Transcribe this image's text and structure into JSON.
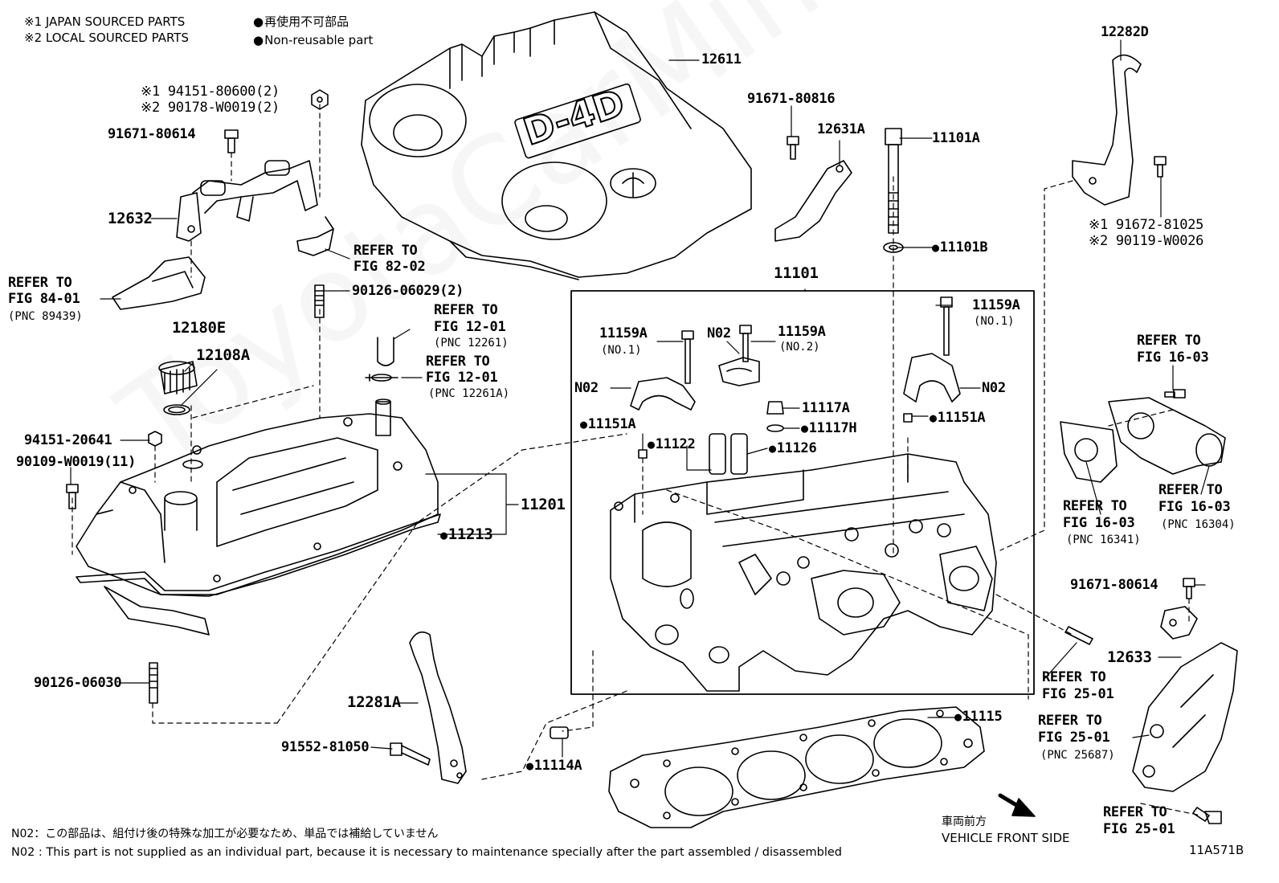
{
  "legend": {
    "japan": "※1 JAPAN SOURCED PARTS",
    "local": "※2 LOCAL SOURCED PARTS",
    "nonreuse_jp": "再使用不可部品",
    "nonreuse_en": "Non-reusable part"
  },
  "watermark": "ToyotaCarMine.ru",
  "parts": {
    "p12611": "12611",
    "p91671_80816": "91671-80816",
    "p12631A": "12631A",
    "p11101A": "11101A",
    "p11101B": "11101B",
    "p12282D": "12282D",
    "p91672_81025": "※1 91672-81025",
    "p90119_w0026": "※2 90119-W0026",
    "p94151_80600": "※1 94151-80600(2)",
    "p90178_w0019": "※2 90178-W0019(2)",
    "p91671_80614a": "91671-80614",
    "p12632": "12632",
    "p90126_06029": "90126-06029(2)",
    "p12180E": "12180E",
    "p12108A": "12108A",
    "p94151_20641": "94151-20641",
    "p90109_w0019": "90109-W0019(11)",
    "p11201": "11201",
    "p11213": "11213",
    "p90126_06030": "90126-06030",
    "p12281A": "12281A",
    "p91552_81050": "91552-81050",
    "p11114A": "11114A",
    "p11115": "11115",
    "p11101": "11101",
    "p11159A_1": "11159A",
    "p11159A_1_sub": "(NO.1)",
    "pN02_top": "N02",
    "p11159A_2": "11159A",
    "p11159A_2_sub": "(NO.2)",
    "p11159A_r": "11159A",
    "p11159A_r_sub": "(NO.1)",
    "pN02_left": "N02",
    "pN02_right": "N02",
    "p11117A": "11117A",
    "p11117H": "11117H",
    "p11151A_l": "11151A",
    "p11151A_r": "11151A",
    "p11122": "11122",
    "p11126": "11126",
    "p91671_80614b": "91671-80614",
    "p12633": "12633"
  },
  "refers": {
    "r82_l1": "REFER TO",
    "r82_l2": "FIG 82-02",
    "r84_l1": "REFER TO",
    "r84_l2": "FIG 84-01",
    "r84_l3": "(PNC 89439)",
    "r1201a_l1": "REFER TO",
    "r1201a_l2": "FIG 12-01",
    "r1201a_l3": "(PNC 12261)",
    "r1201b_l1": "REFER TO",
    "r1201b_l2": "FIG 12-01",
    "r1201b_l3": "(PNC 12261A)",
    "r1603top_l1": "REFER TO",
    "r1603top_l2": "FIG 16-03",
    "r1603a_l1": "REFER TO",
    "r1603a_l2": "FIG 16-03",
    "r1603a_l3": "(PNC 16341)",
    "r1603b_l1": "REFER TO",
    "r1603b_l2": "FIG 16-03",
    "r1603b_l3": "(PNC 16304)",
    "r2501a_l1": "REFER TO",
    "r2501a_l2": "FIG 25-01",
    "r2501b_l1": "REFER TO",
    "r2501b_l2": "FIG 25-01",
    "r2501b_l3": "(PNC 25687)",
    "r2501c_l1": "REFER TO",
    "r2501c_l2": "FIG 25-01"
  },
  "cover_logo": "D-4D",
  "front": {
    "jp": "車両前方",
    "en": "VEHICLE FRONT SIDE"
  },
  "footnote": {
    "jp": "N02：この部品は、組付け後の特殊な加工が必要なため、単品では補給していません",
    "en": "N02 : This part is not supplied as an individual part, because it is necessary to maintenance specially after the part assembled / disassembled"
  },
  "figure_code": "11A571B"
}
